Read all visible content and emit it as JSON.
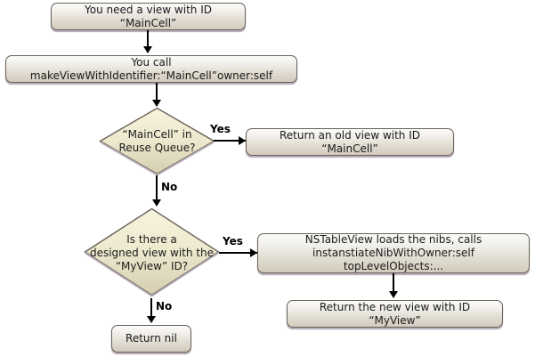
{
  "diagram": {
    "title": "NSTableView view reuse flowchart",
    "background_color": "#ffffff",
    "box_fill_top": "#fbfbfa",
    "box_fill_bottom": "#cfc8bb",
    "diamond_fill_top": "#f5f2d8",
    "diamond_fill_bottom": "#d9d2b4",
    "stroke_color": "#6b6259",
    "connector_color": "#000000"
  },
  "nodes": {
    "start": {
      "label": "You need a view with ID “MainCell”",
      "shape": "process"
    },
    "call": {
      "label": "You call makeViewWithIdentifier:“MainCell”owner:self",
      "shape": "process"
    },
    "decision_reuse": {
      "label": "“MainCell” in\nReuse Queue?",
      "shape": "decision"
    },
    "return_old": {
      "label": "Return an old view with ID “MainCell”",
      "shape": "process"
    },
    "decision_designed": {
      "label": "Is there a\ndesigned view with the\n“MyView” ID?",
      "shape": "decision"
    },
    "load_nibs": {
      "label": "NSTableView loads the nibs, calls\ninstanstiateNibWithOwner:self topLevelObjects:...",
      "shape": "process"
    },
    "return_new": {
      "label": "Return the new view with ID “MyView”",
      "shape": "process"
    },
    "return_nil": {
      "label": "Return nil",
      "shape": "process"
    }
  },
  "edge_labels": {
    "reuse_yes": "Yes",
    "reuse_no": "No",
    "designed_yes": "Yes",
    "designed_no": "No"
  }
}
